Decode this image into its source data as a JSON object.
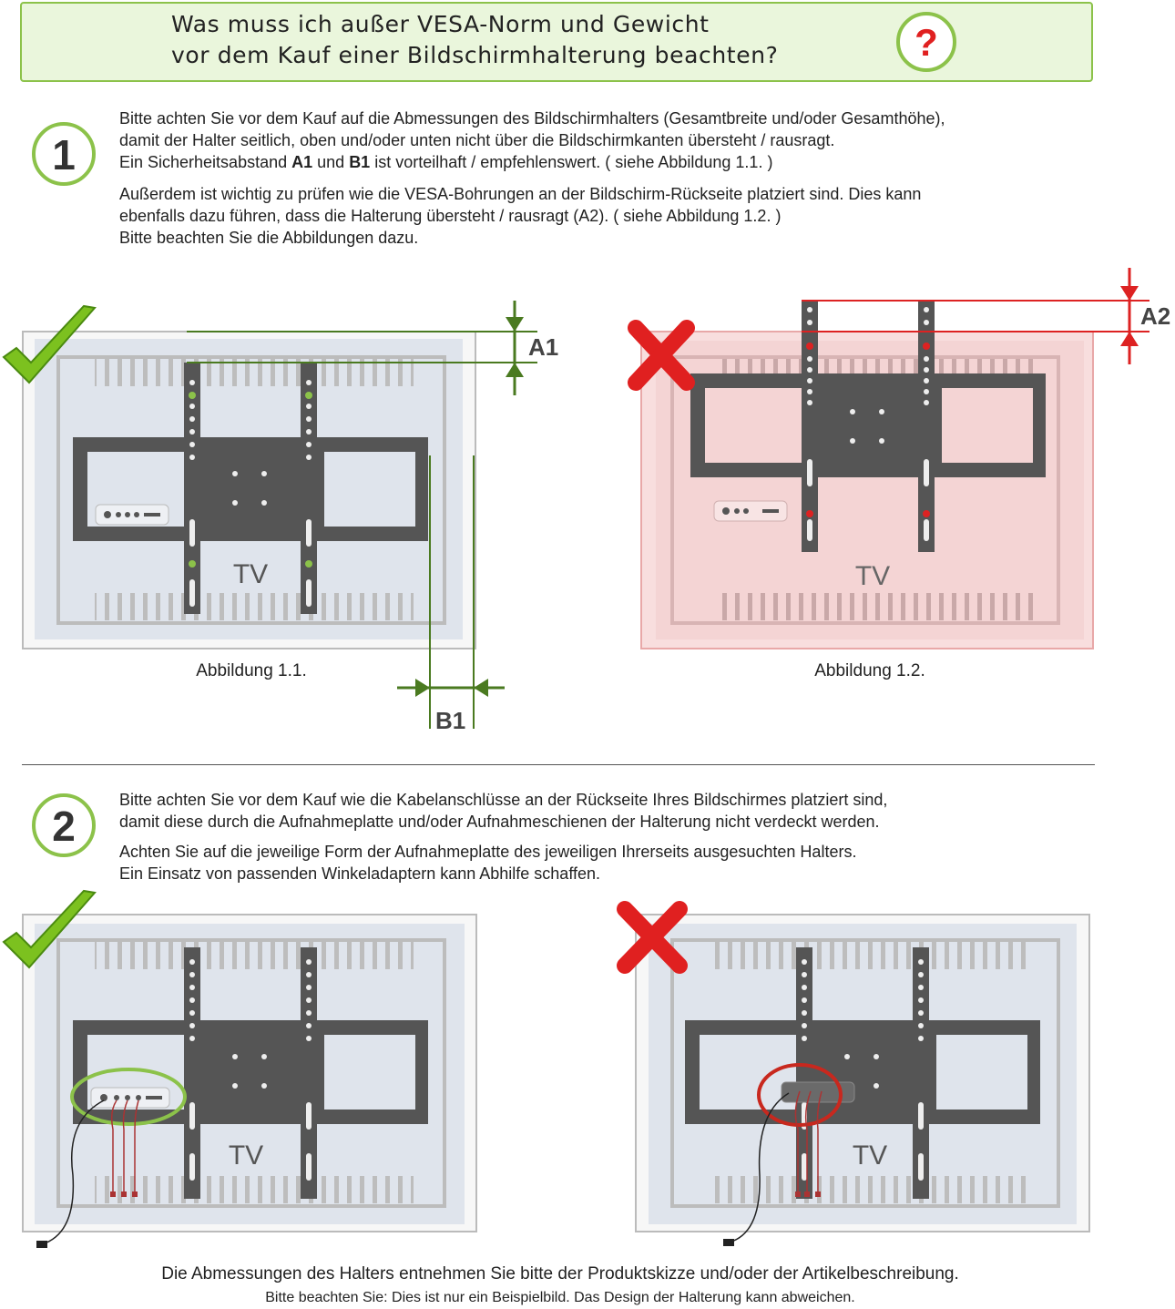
{
  "header": {
    "title": "Was muss ich außer VESA-Norm und Gewicht\nvor dem Kauf einer Bildschirmhalterung beachten?",
    "icon": "question-mark-icon",
    "accent_color": "#8cc24a",
    "alert_color": "#e02020"
  },
  "section1": {
    "number": "1",
    "paragraph1_part1": "Bitte achten Sie vor dem Kauf auf die Abmessungen des Bildschirmhalters (Gesamtbreite und/oder Gesamthöhe),\ndamit der Halter seitlich, oben und/oder unten nicht über die Bildschirmkanten übersteht / rausragt.\nEin Sicherheitsabstand ",
    "paragraph1_bold_a1": "A1",
    "paragraph1_und": " und ",
    "paragraph1_bold_b1": "B1",
    "paragraph1_part2": " ist vorteilhaft / empfehlenswert. ( siehe Abbildung 1.1. )",
    "paragraph2": "Außerdem ist wichtig zu prüfen wie die VESA-Bohrungen an der Bildschirm-Rückseite platziert sind. Dies kann\nebenfalls dazu führen, dass die Halterung übersteht / rausragt (A2). ( siehe Abbildung 1.2. )\nBitte beachten Sie die Abbildungen dazu.",
    "figure_left": {
      "caption": "Abbildung 1.1.",
      "tv_label": "TV",
      "dim_a": "A1",
      "dim_b": "B1",
      "status": "check-icon"
    },
    "figure_right": {
      "caption": "Abbildung 1.2.",
      "tv_label": "TV",
      "dim_a": "A2",
      "status": "cross-icon"
    }
  },
  "section2": {
    "number": "2",
    "paragraph1": "Bitte achten Sie vor dem Kauf wie die Kabelanschlüsse an der Rückseite Ihres Bildschirmes platziert sind,\ndamit diese durch die Aufnahmeplatte und/oder Aufnahmeschienen der Halterung nicht verdeckt werden.",
    "paragraph2": "Achten Sie auf die jeweilige Form der Aufnahmeplatte des jeweiligen Ihrerseits ausgesuchten Halters.\nEin Einsatz von passenden Winkeladaptern kann Abhilfe schaffen.",
    "figure_left": {
      "tv_label": "TV",
      "status": "check-icon"
    },
    "figure_right": {
      "tv_label": "TV",
      "status": "cross-icon"
    }
  },
  "footer": {
    "line1": "Die Abmessungen des Halters entnehmen Sie bitte der Produktskizze und/oder der Artikelbeschreibung.",
    "line2": "Bitte beachten Sie: Dies ist nur ein Beispielbild. Das Design der Halterung kann abweichen."
  }
}
